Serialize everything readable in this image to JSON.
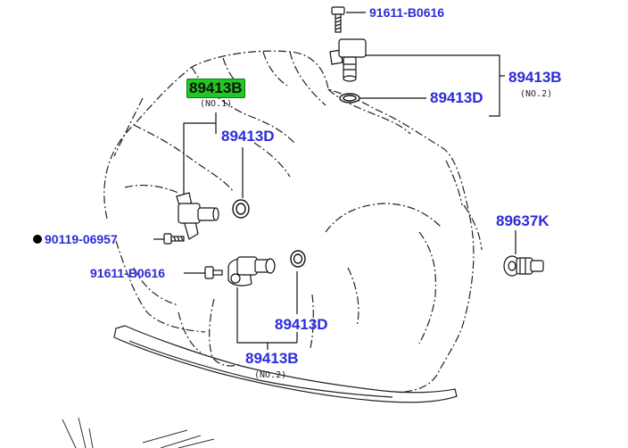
{
  "labels": {
    "bolt_top": "91611-B0616",
    "sensor_no2_top": "89413B",
    "sensor_no2_top_note": "(NO.2)",
    "oring_top": "89413D",
    "sensor_no1": "89413B",
    "sensor_no1_note": "(NO.1)",
    "oring_no1": "89413D",
    "knock_sensor": "89637K",
    "bolt_left": "90119-06957",
    "bolt_mid": "91611-B0616",
    "oring_bottom": "89413D",
    "sensor_no2_bottom": "89413B",
    "sensor_no2_bottom_note": "(NO.2)"
  },
  "colors": {
    "label_text": "#2b2bd8",
    "highlight_bg": "#22c722",
    "line": "#111111"
  }
}
